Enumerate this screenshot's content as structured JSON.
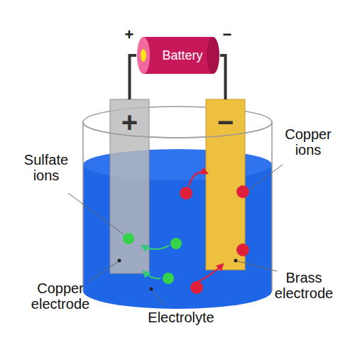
{
  "diagram": {
    "nodes": [
      {
        "text": [
          "Battery"
        ]
      },
      {
        "text": [
          "+"
        ]
      },
      {
        "text": [
          "−"
        ]
      }
    ],
    "edges": [
      {
        "from": 0,
        "to": 1,
        "arrow": "none"
      },
      {
        "from": 0,
        "to": 2,
        "arrow": "none"
      }
    ],
    "labels": [
      "+",
      "−",
      "Copper ions",
      "Sulfate ions",
      "Copper electrode",
      "Electrolyte",
      "Brass electrode"
    ]
  }
}
